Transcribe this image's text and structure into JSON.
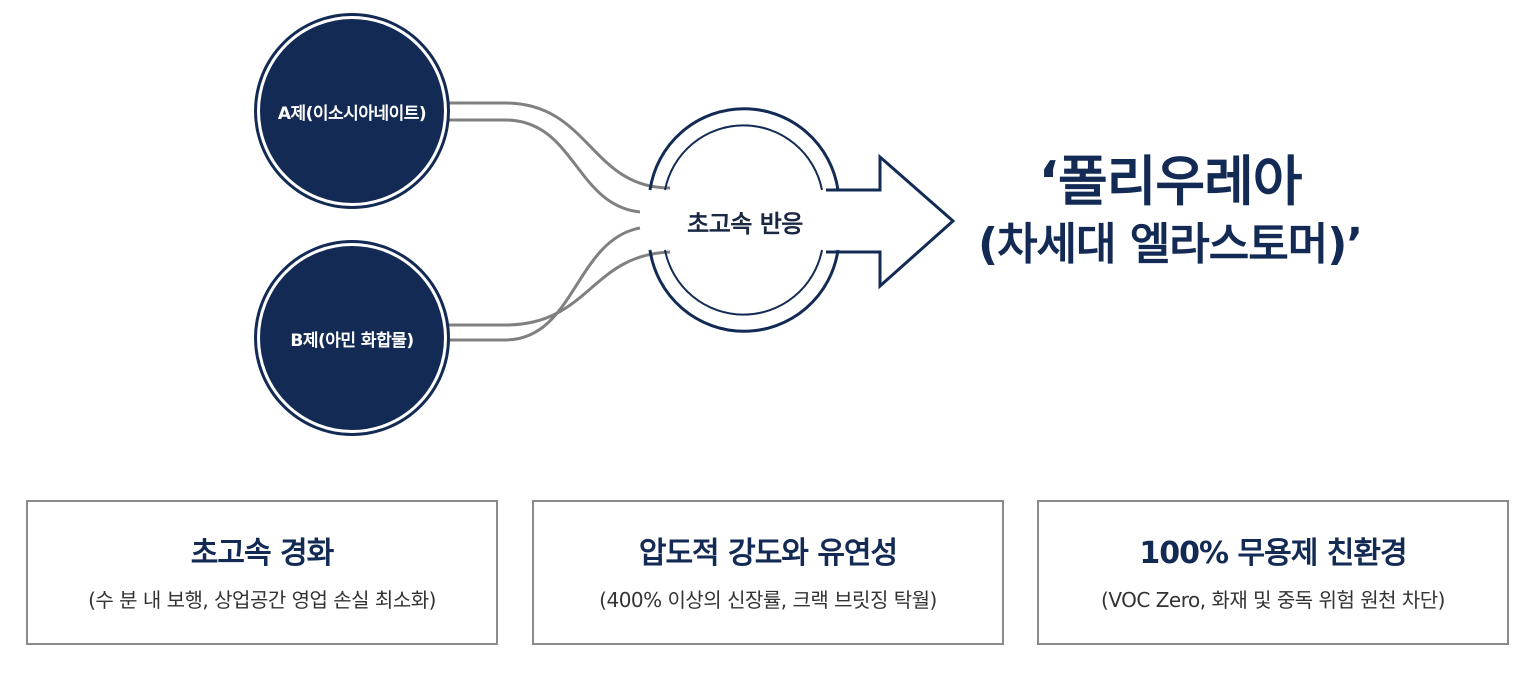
{
  "inputs": [
    {
      "label": "A제(이소시아네이트)"
    },
    {
      "label": "B제(아민 화합물)"
    }
  ],
  "reaction": {
    "label": "초고속 반응"
  },
  "result": {
    "line1": "‘폴리우레아",
    "line2": "(차세대 엘라스토머)’"
  },
  "features": [
    {
      "title": "초고속 경화",
      "desc": "(수 분 내 보행, 상업공간 영업 손실 최소화)"
    },
    {
      "title": "압도적 강도와 유연성",
      "desc": "(400% 이상의 신장률, 크랙 브릿징 탁월)"
    },
    {
      "title": "100% 무용제 친환경",
      "desc": "(VOC Zero, 화재 및 중독 위험 원천 차단)"
    }
  ],
  "colors": {
    "navy": "#132b54",
    "pipe": "#808080"
  }
}
